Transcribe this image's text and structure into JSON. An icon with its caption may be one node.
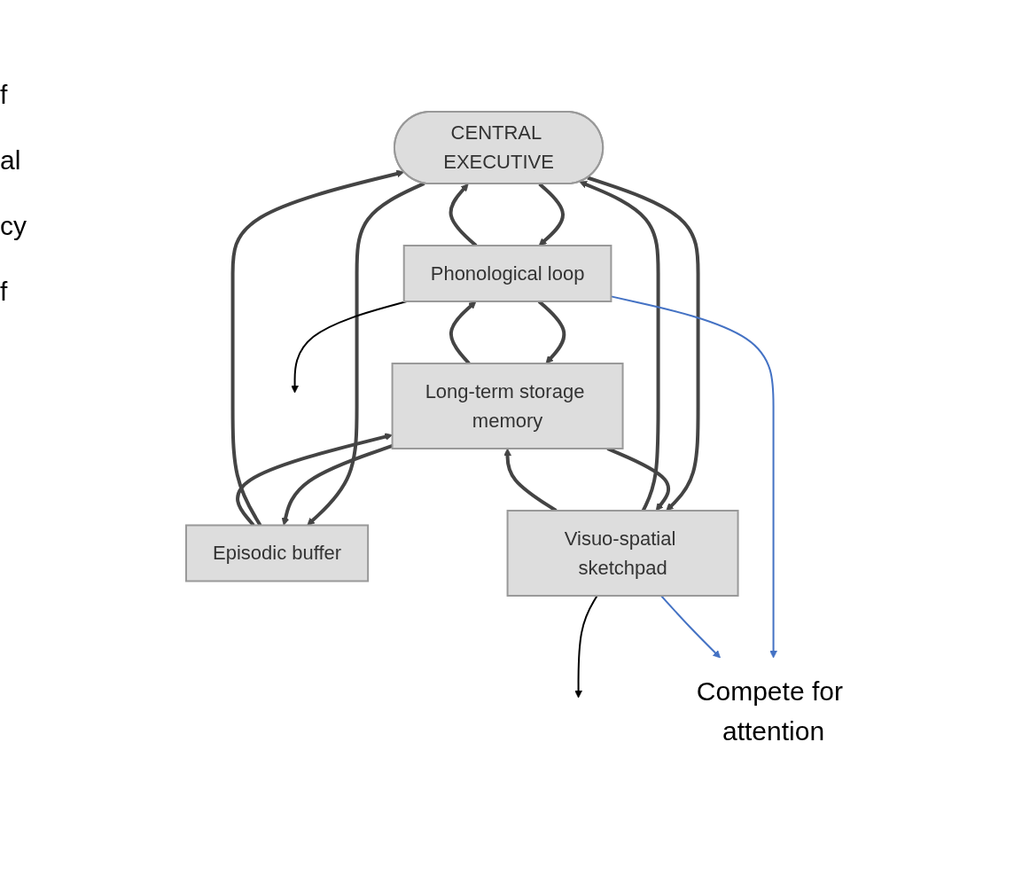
{
  "diagram": {
    "nodes": [
      {
        "text": [
          "CENTRAL EXECUTIVE"
        ]
      },
      {
        "text": [
          "Phonological loop"
        ]
      },
      {
        "text": [
          "Episodic buffer"
        ]
      },
      {
        "text": [
          "Visuo-spatial sketchpad"
        ]
      },
      {
        "text": [
          "Long-term storage memory"
        ]
      },
      {
        "text": [
          "Compete for attention"
        ]
      }
    ],
    "edges": [
      {
        "from": 0,
        "to": 1,
        "arrow": "to"
      },
      {
        "from": 1,
        "to": 0,
        "arrow": "to"
      },
      {
        "from": 0,
        "to": 2,
        "arrow": "to"
      },
      {
        "from": 2,
        "to": 0,
        "arrow": "to"
      },
      {
        "from": 0,
        "to": 3,
        "arrow": "to"
      },
      {
        "from": 3,
        "to": 0,
        "arrow": "to"
      },
      {
        "from": 1,
        "to": null,
        "arrow": "to",
        "color": "#000000"
      },
      {
        "from": 3,
        "to": null,
        "arrow": "to",
        "color": "#000000"
      },
      {
        "from": 1,
        "to": 4,
        "arrow": "to"
      },
      {
        "from": 4,
        "to": 1,
        "arrow": "to"
      },
      {
        "from": 2,
        "to": 4,
        "arrow": "to"
      },
      {
        "from": 4,
        "to": 2,
        "arrow": "to"
      },
      {
        "from": 3,
        "to": 4,
        "arrow": "to"
      },
      {
        "from": 4,
        "to": 3,
        "arrow": "to"
      },
      {
        "from": 1,
        "to": 5,
        "arrow": "to",
        "color": "#4472c4"
      },
      {
        "from": 3,
        "to": 5,
        "arrow": "to",
        "color": "#4472c4"
      }
    ],
    "labels": [
      "f",
      "al",
      "cy",
      "f"
    ]
  }
}
